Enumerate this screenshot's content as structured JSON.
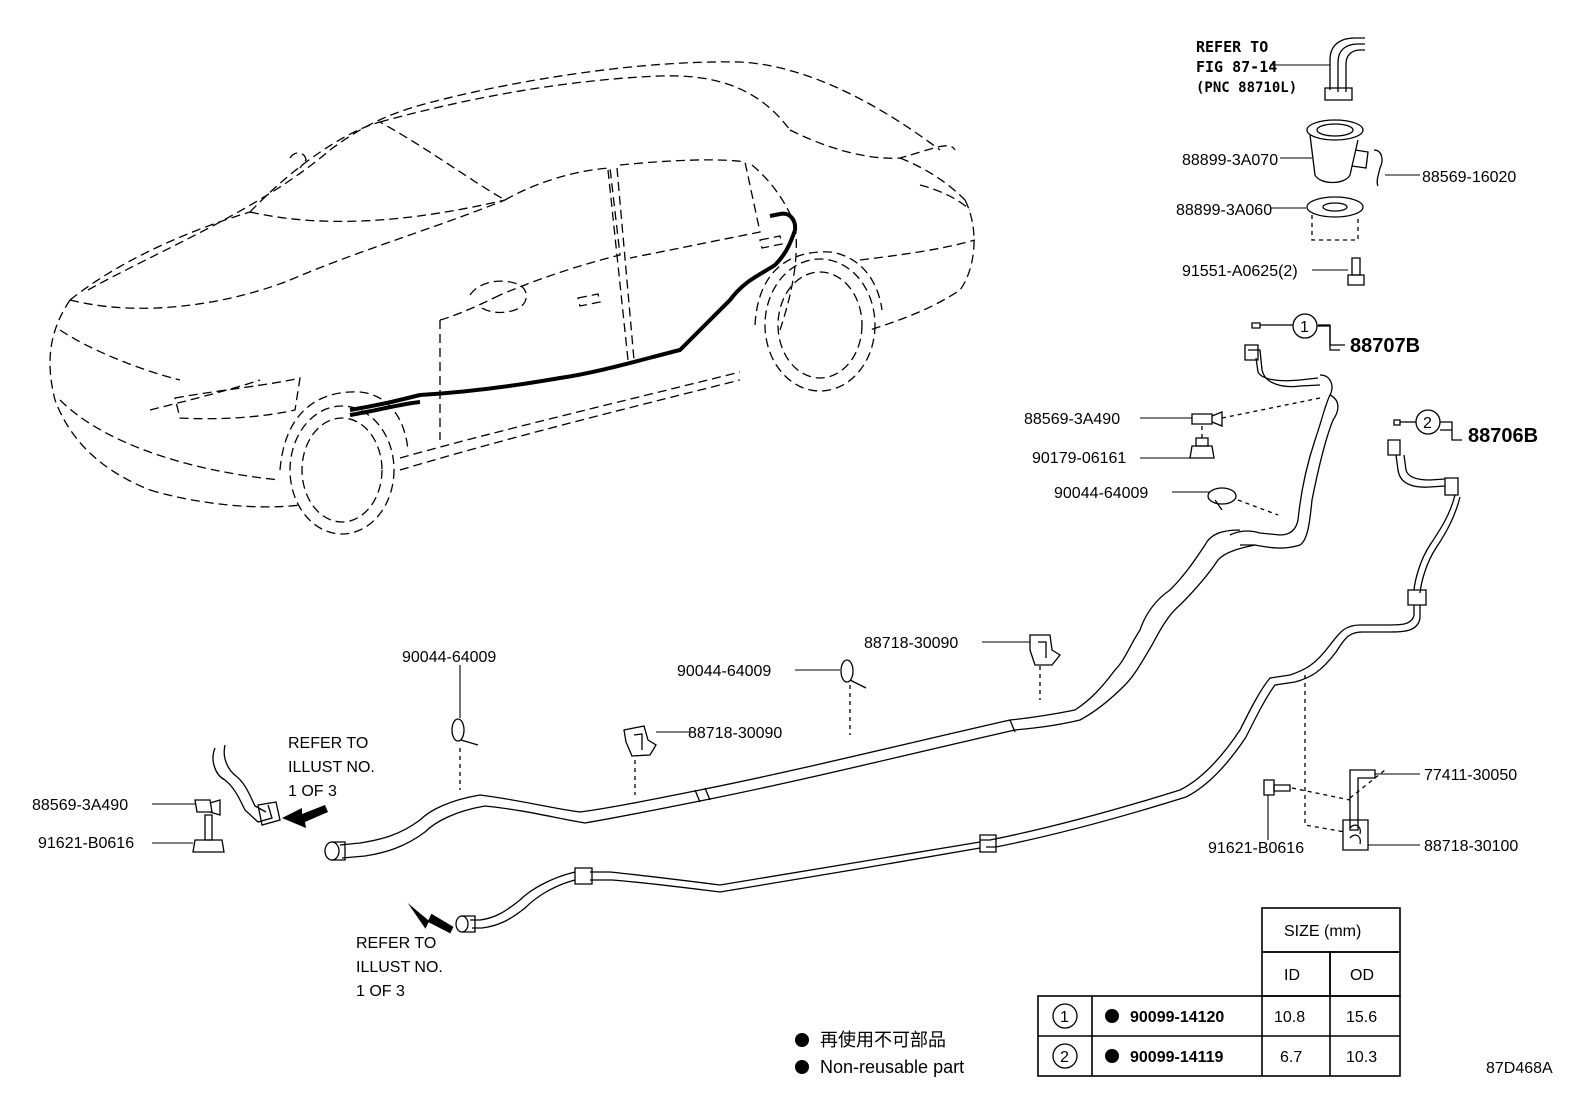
{
  "labels": {
    "refer_fig": [
      "REFER TO",
      "FIG 87-14",
      "(PNC 88710L)"
    ],
    "refer_illust_1": [
      "REFER TO",
      "ILLUST NO.",
      "1 OF 3"
    ],
    "refer_illust_2": [
      "REFER TO",
      "ILLUST NO.",
      "1 OF 3"
    ],
    "p_88899_3A070": "88899-3A070",
    "p_88569_16020": "88569-16020",
    "p_88899_3A060": "88899-3A060",
    "p_91551_A0625": "91551-A0625(2)",
    "p_88707B": "88707B",
    "p_88706B": "88706B",
    "p_88569_3A490_top": "88569-3A490",
    "p_90179_06161": "90179-06161",
    "p_90044_64009_right": "90044-64009",
    "p_88718_30090_upper": "88718-30090",
    "p_90044_64009_mid": "90044-64009",
    "p_90044_64009_left": "90044-64009",
    "p_88718_30090_lower": "88718-30090",
    "p_88569_3A490_left": "88569-3A490",
    "p_91621_B0616_left": "91621-B0616",
    "p_77411_30050": "77411-30050",
    "p_91621_B0616_right": "91621-B0616",
    "p_88718_30100": "88718-30100",
    "circle_1": "1",
    "circle_2": "2"
  },
  "legend": {
    "jp": "再使用不可部品",
    "en": "Non-reusable part"
  },
  "size_table": {
    "title": "SIZE (mm)",
    "col_id": "ID",
    "col_od": "OD",
    "rows": [
      {
        "num": "1",
        "part": "90099-14120",
        "id": "10.8",
        "od": "15.6"
      },
      {
        "num": "2",
        "part": "90099-14119",
        "id": "6.7",
        "od": "10.3"
      }
    ]
  },
  "figure_code": "87D468A"
}
